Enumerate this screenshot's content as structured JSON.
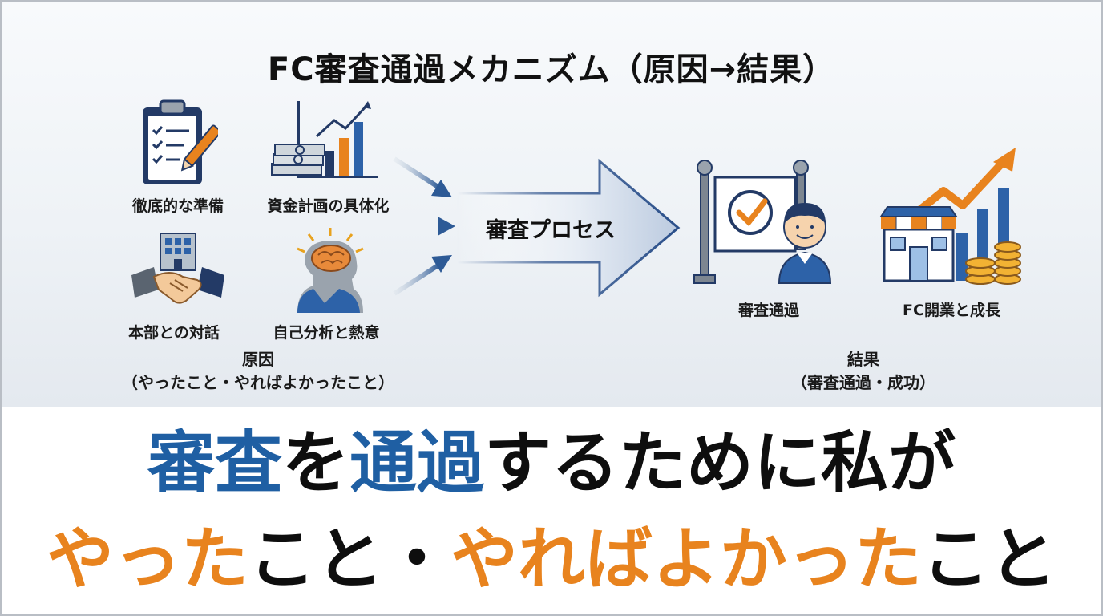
{
  "title": "FC審査通過メカニズム（原因→結果）",
  "causes": {
    "items": [
      {
        "label": "徹底的な準備",
        "icon": "clipboard-checklist-icon"
      },
      {
        "label": "資金計画の具体化",
        "icon": "money-growth-chart-icon"
      },
      {
        "label": "本部との対話",
        "icon": "handshake-building-icon"
      },
      {
        "label": "自己分析と熱意",
        "icon": "head-brain-icon"
      }
    ],
    "group_label_line1": "原因",
    "group_label_line2": "（やったこと・やればよかったこと）"
  },
  "process": {
    "label": "審査プロセス"
  },
  "results": {
    "items": [
      {
        "label": "審査通過",
        "icon": "approved-sign-person-icon"
      },
      {
        "label": "FC開業と成長",
        "icon": "store-growth-chart-icon"
      }
    ],
    "group_label_line1": "結果",
    "group_label_line2": "（審査通過・成功）"
  },
  "headline": {
    "line1": [
      {
        "text": "審査",
        "color": "blue"
      },
      {
        "text": "を",
        "color": "black"
      },
      {
        "text": "通過",
        "color": "blue"
      },
      {
        "text": "するために私が",
        "color": "black"
      }
    ],
    "line2": [
      {
        "text": "やった",
        "color": "orange"
      },
      {
        "text": "こと・",
        "color": "black"
      },
      {
        "text": "やればよかった",
        "color": "orange"
      },
      {
        "text": "こと",
        "color": "black"
      }
    ]
  },
  "colors": {
    "blue": "#1f5fa3",
    "orange": "#e8831e",
    "black": "#0e0e0e",
    "navy": "#233a66"
  }
}
